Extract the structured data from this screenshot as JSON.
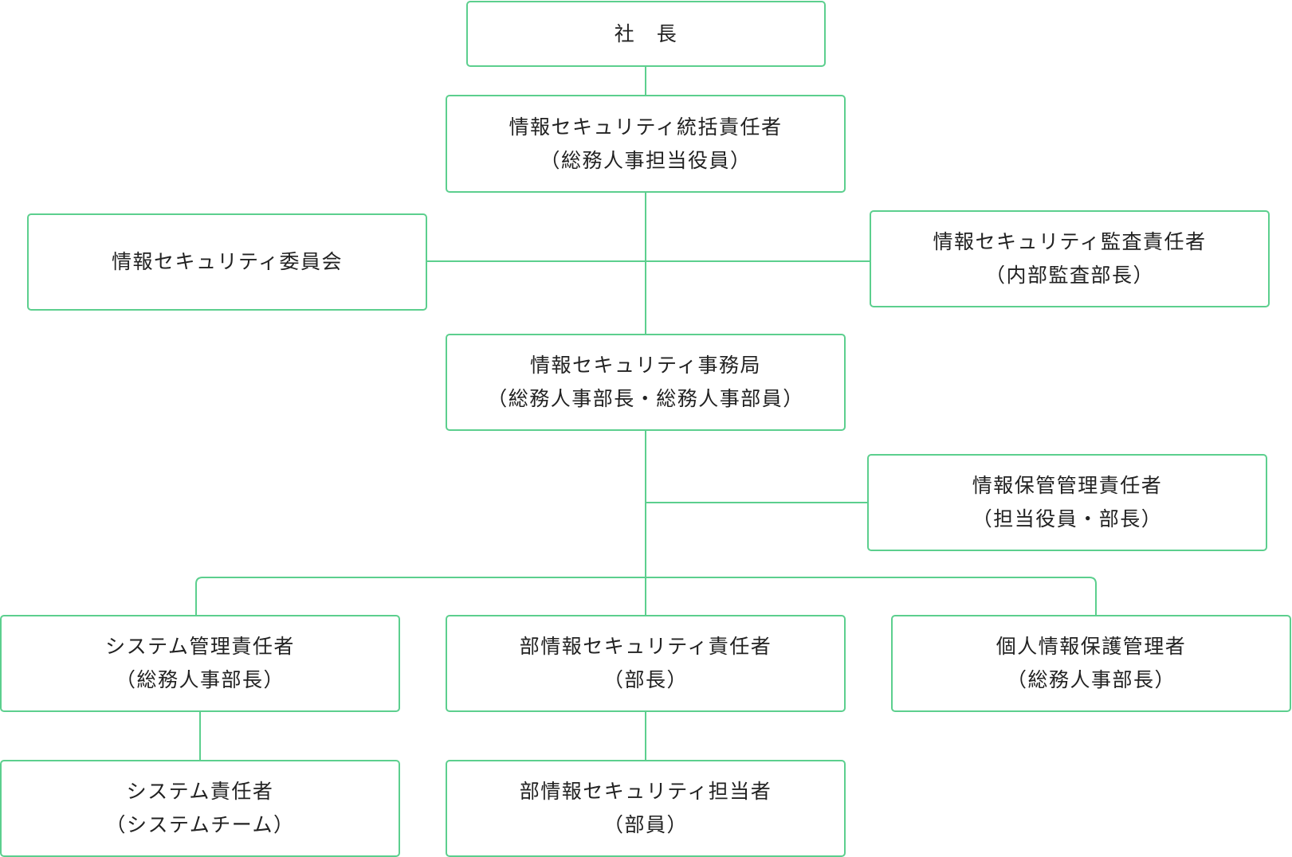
{
  "accent_color": "#5ccf8e",
  "nodes": {
    "president": {
      "line1": "社　長",
      "line2": ""
    },
    "chief": {
      "line1": "情報セキュリティ統括責任者",
      "line2": "（総務人事担当役員）"
    },
    "committee": {
      "line1": "情報セキュリティ委員会",
      "line2": ""
    },
    "audit": {
      "line1": "情報セキュリティ監査責任者",
      "line2": "（内部監査部長）"
    },
    "office": {
      "line1": "情報セキュリティ事務局",
      "line2": "（総務人事部長・総務人事部員）"
    },
    "storage": {
      "line1": "情報保管管理責任者",
      "line2": "（担当役員・部長）"
    },
    "system": {
      "line1": "システム管理責任者",
      "line2": "（総務人事部長）"
    },
    "dept": {
      "line1": "部情報セキュリティ責任者",
      "line2": "（部長）"
    },
    "privacy": {
      "line1": "個人情報保護管理者",
      "line2": "（総務人事部長）"
    },
    "sysresp": {
      "line1": "システム責任者",
      "line2": "（システムチーム）"
    },
    "deptstaff": {
      "line1": "部情報セキュリティ担当者",
      "line2": "（部員）"
    }
  }
}
